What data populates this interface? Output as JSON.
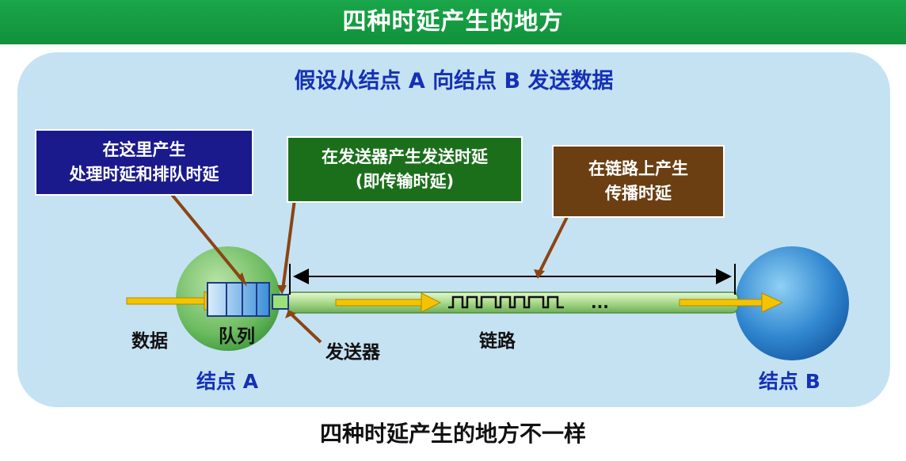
{
  "title": "四种时延产生的地方",
  "assumption": "假设从结点 A 向结点 B 发送数据",
  "callouts": {
    "processing": [
      "在这里产生",
      "处理时延和排队时延"
    ],
    "transmission": [
      "在发送器产生发送时延",
      "(即传输时延)"
    ],
    "propagation": [
      "在链路上产生",
      "传播时延"
    ]
  },
  "labels": {
    "data": "数据",
    "queue": "队列",
    "sender": "发送器",
    "link": "链路",
    "node_a": "结点 A",
    "node_b": "结点 B",
    "ellipsis": "..."
  },
  "footer": "四种时延产生的地方不一样",
  "colors": {
    "title_bg": "#16a043",
    "panel_bg": "#c5e2f3",
    "heading_blue": "#1531b6",
    "processing_box": "#1a1a8c",
    "transmission_box": "#1b6f1b",
    "propagation_box": "#6b3f12",
    "arrow_yellow": "#f5c400",
    "pointer_brown": "#8b4513",
    "node_a_green": "#5fb55f",
    "node_b_blue": "#2f86cf"
  }
}
